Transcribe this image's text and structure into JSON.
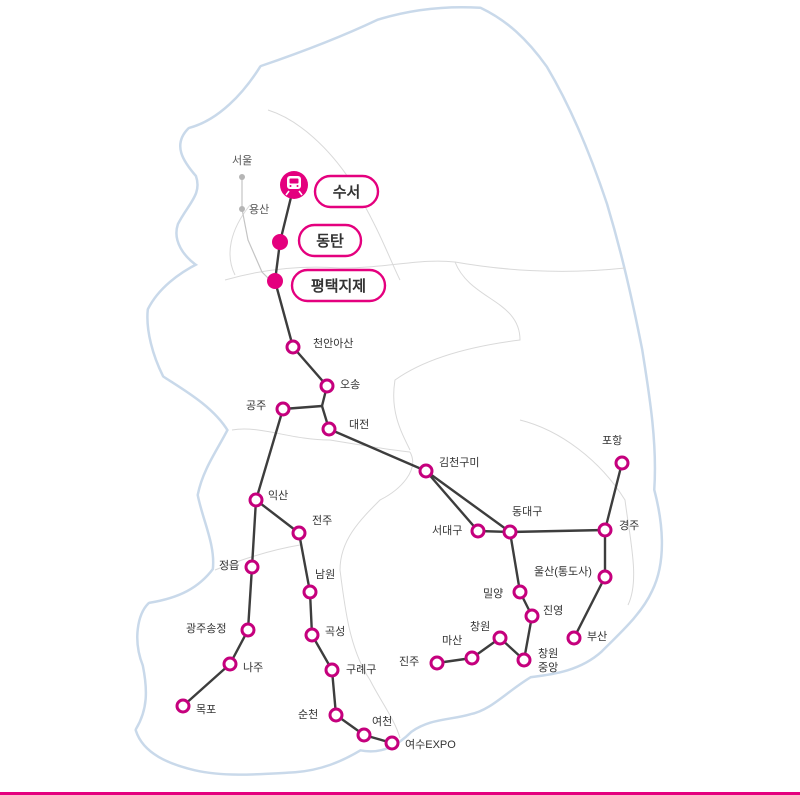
{
  "colors": {
    "line_accent": "#e4007e",
    "track": "#3d3d3d",
    "coast": "#c9d9ea"
  },
  "icons": {
    "train": "train-icon"
  },
  "major_stations": {
    "suseo": "수서",
    "dongtan": "동탄",
    "pyeongtaek": "평택지제"
  },
  "minor_stations": {
    "seoul": "서울",
    "yongsan": "용산"
  },
  "stations": {
    "cheonan_asan": "천안아산",
    "osong": "오송",
    "daejeon": "대전",
    "gongju": "공주",
    "iksan": "익산",
    "jeonju": "전주",
    "jeongeup": "정읍",
    "namwon": "남원",
    "gwangju_songjeong": "광주송정",
    "gokseong": "곡성",
    "naju": "나주",
    "gurye_gu": "구례구",
    "mokpo": "목포",
    "suncheon": "순천",
    "yeocheon": "여천",
    "yeosu_expo": "여수EXPO",
    "gimcheon_gumi": "김천구미",
    "seodaegu": "서대구",
    "dongdaegu": "동대구",
    "pohang": "포항",
    "gyeongju": "경주",
    "ulsan": "울산(통도사)",
    "miryang": "밀양",
    "jinyeong": "진영",
    "busan": "부산",
    "changwon": "창원",
    "changwon_jungang_1": "창원",
    "changwon_jungang_2": "중앙",
    "masan": "마산",
    "jinju": "진주"
  }
}
